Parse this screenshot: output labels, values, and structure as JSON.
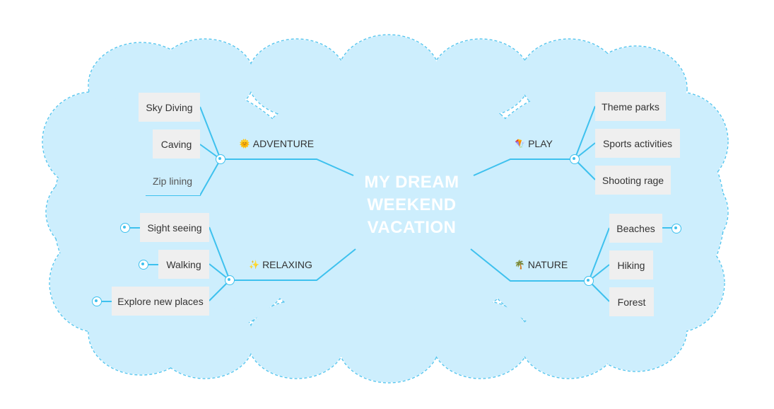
{
  "colors": {
    "cloud_fill": "#cdeefd",
    "cloud_border": "#55c5ee",
    "connector": "#3ec1ee",
    "leaf_fill": "#efefef",
    "center_text": "#ffffff"
  },
  "central_topic": {
    "lines": [
      "MY DREAM",
      "WEEKEND",
      "VACATION"
    ]
  },
  "branches": {
    "adventure": {
      "label": "ADVENTURE",
      "icon": "sun-icon",
      "glyph": "🌞",
      "children": [
        "Sky Diving",
        "Caving",
        "Zip lining"
      ]
    },
    "relaxing": {
      "label": "RELAXING",
      "icon": "sparkles-icon",
      "glyph": "✨",
      "children": [
        "Sight seeing",
        "Walking",
        "Explore new places"
      ]
    },
    "play": {
      "label": "PLAY",
      "icon": "kite-icon",
      "glyph": "🪁",
      "children": [
        "Theme parks",
        "Sports activities",
        "Shooting rage"
      ]
    },
    "nature": {
      "label": "NATURE",
      "icon": "palm-tree-icon",
      "glyph": "🌴",
      "children": [
        "Beaches",
        "Hiking",
        "Forest"
      ]
    }
  }
}
